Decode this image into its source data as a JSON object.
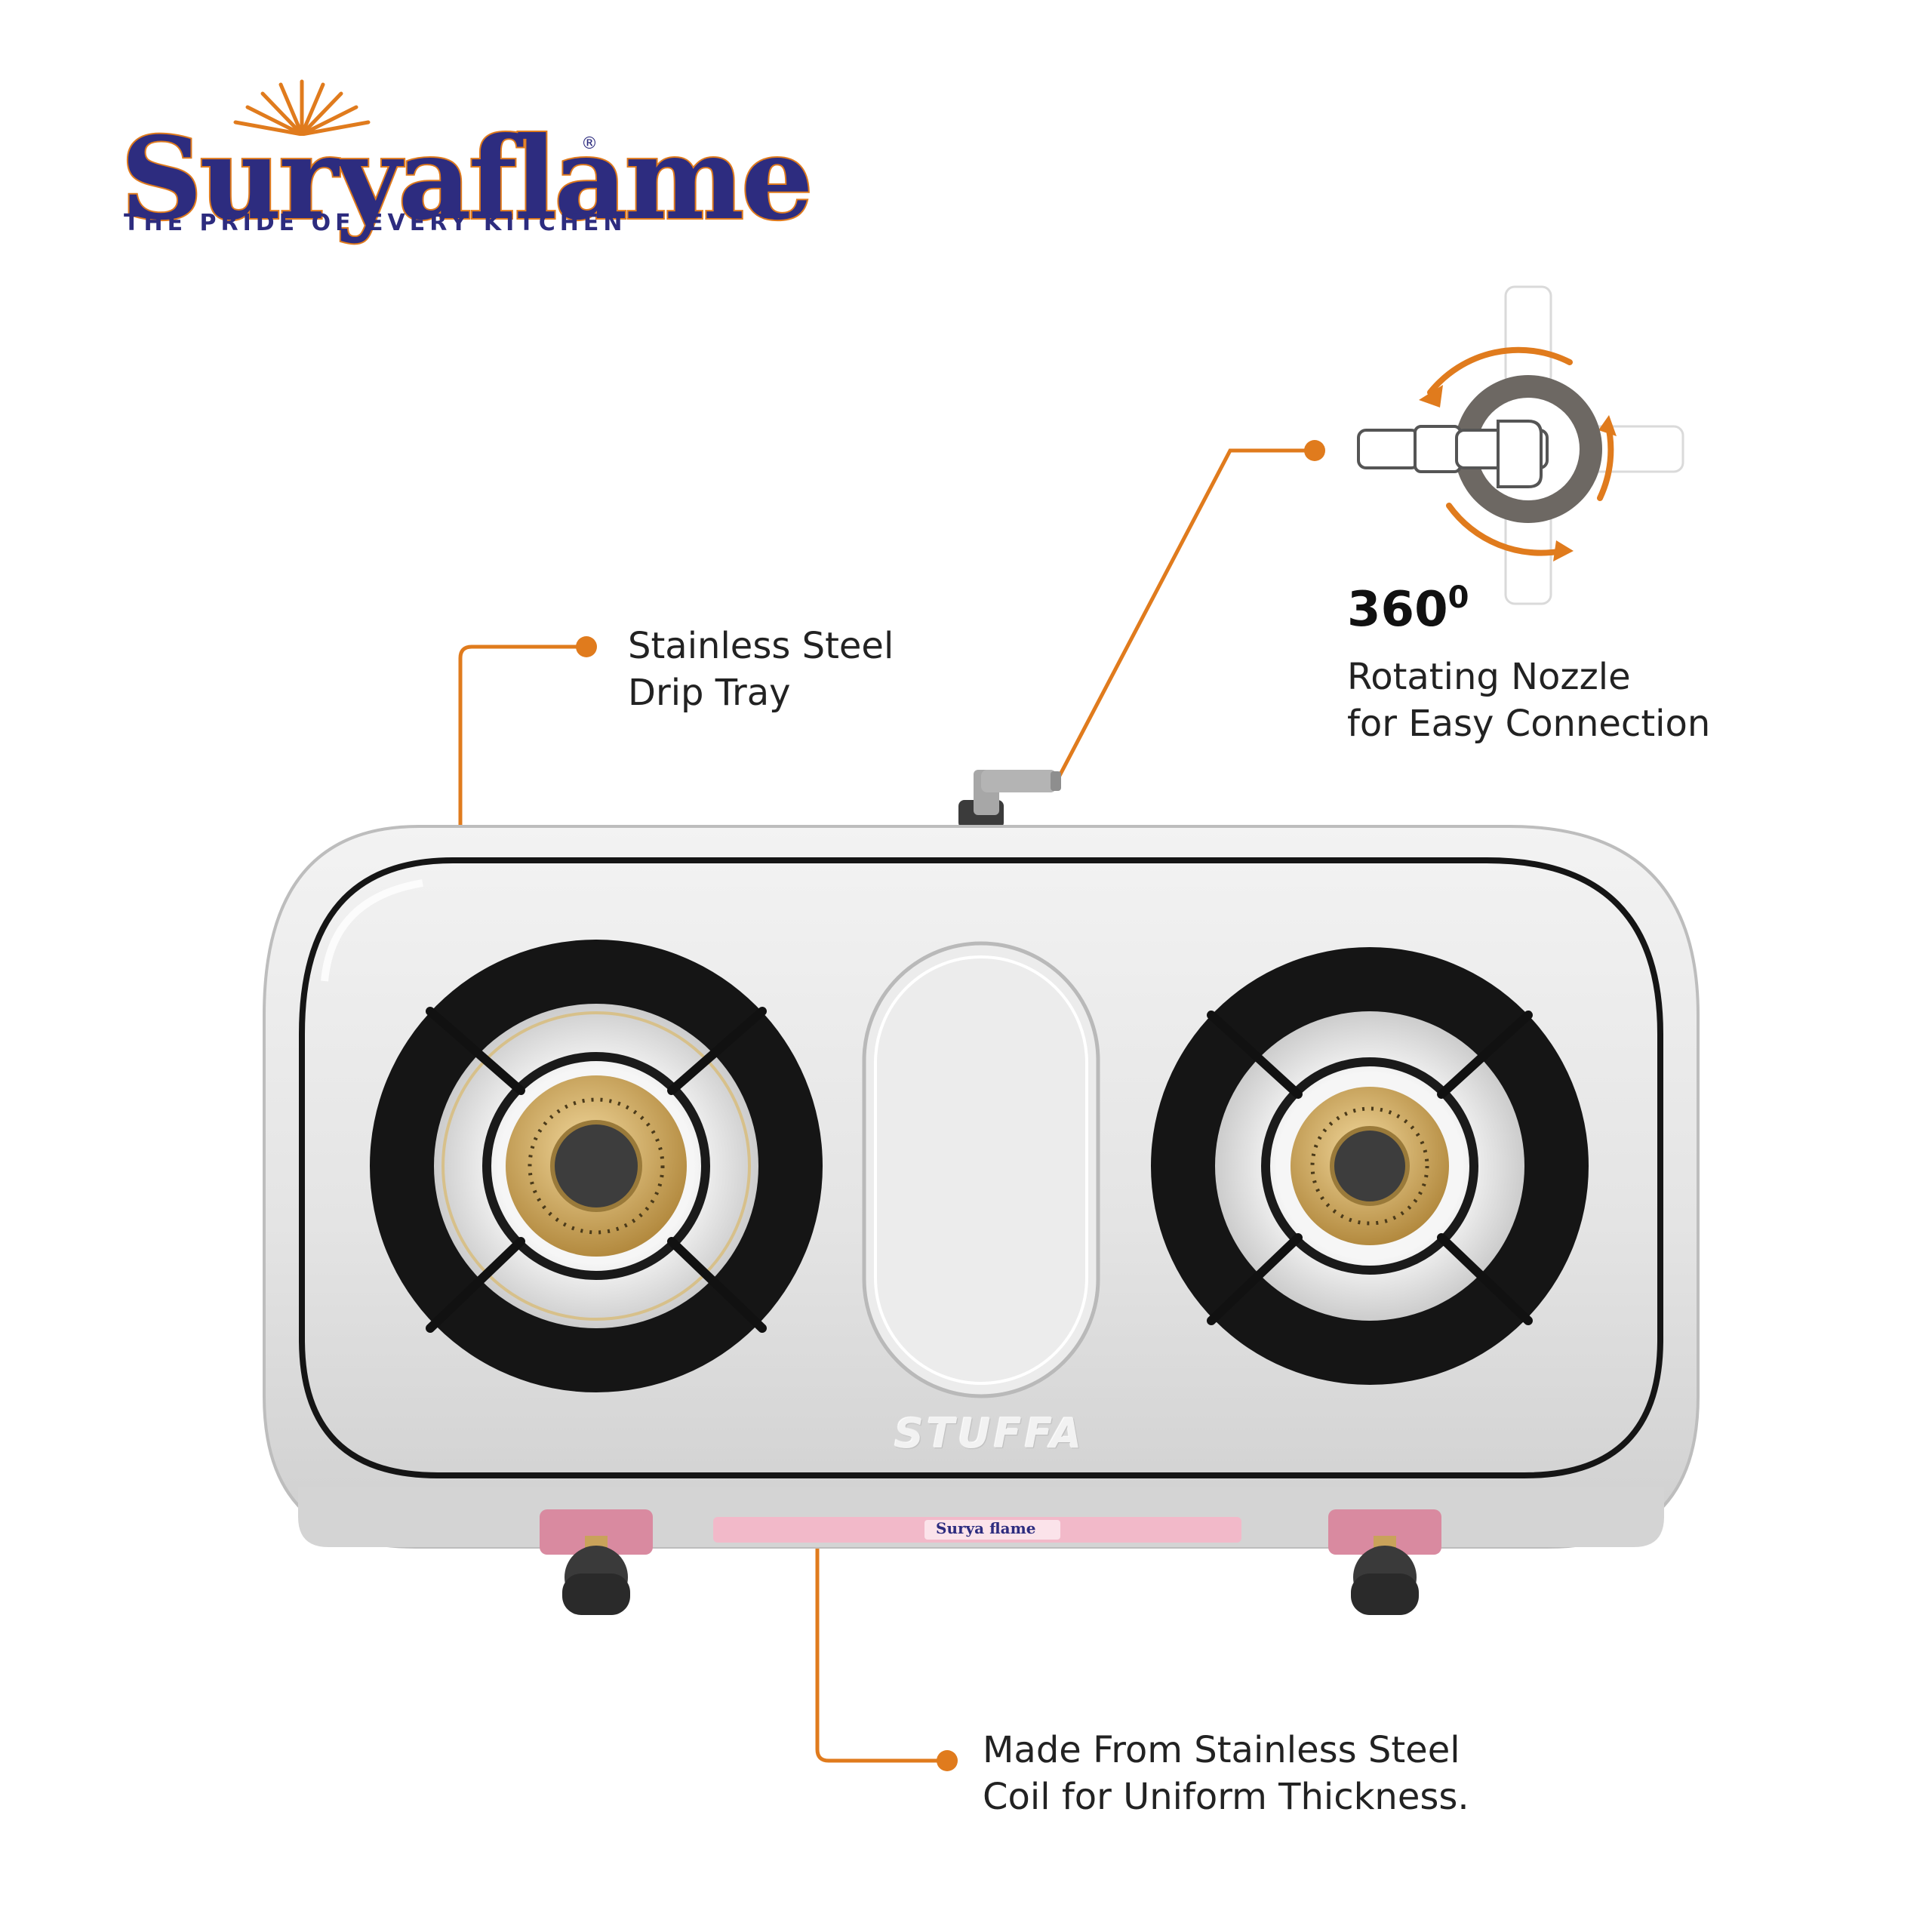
{
  "brand": {
    "name": "Suryaflame",
    "registered_mark": "®",
    "tagline": "THE PRIDE OF EVERY KITCHEN",
    "primary_color": "#2d2c7f",
    "accent_color": "#e07b1d"
  },
  "callouts": {
    "drip_tray": {
      "line1": "Stainless Steel",
      "line2": "Drip Tray"
    },
    "nozzle": {
      "heading": "360",
      "degree_mark": "0",
      "line1": "Rotating Nozzle",
      "line2": "for Easy Connection"
    },
    "body": {
      "line1": "Made From Stainless Steel",
      "line2": "Coil for Uniform Thickness."
    }
  },
  "product": {
    "model_label": "STUFFA",
    "front_panel_brand": "Surya flame",
    "burner_count": 2,
    "knob_count": 2
  },
  "colors": {
    "callout_line": "#e07b1d",
    "steel": "#e6e6e6",
    "burner_ring": "#1b1b1b",
    "brass": "#c9a558"
  }
}
